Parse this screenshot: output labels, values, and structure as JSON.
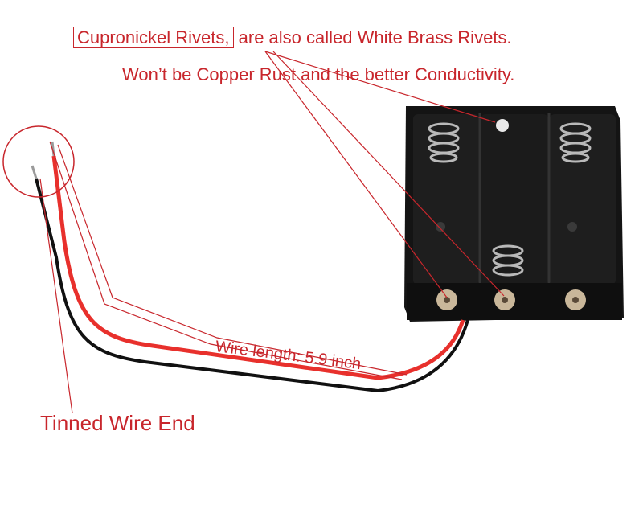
{
  "colors": {
    "annotation": "#c8262c",
    "holder": "#151515",
    "red_wire": "#e8302c",
    "black_wire": "#111111",
    "rivet": "#c9b79a"
  },
  "annotations": {
    "rivet_name": "Cupronickel Rivets,",
    "rivet_alias": " are also called White Brass Rivets.",
    "rivet_benefit": "Won’t be Copper Rust and the better Conductivity.",
    "wire_length": "Wire length: 5.9 inch",
    "wire_end": "Tinned Wire End"
  }
}
